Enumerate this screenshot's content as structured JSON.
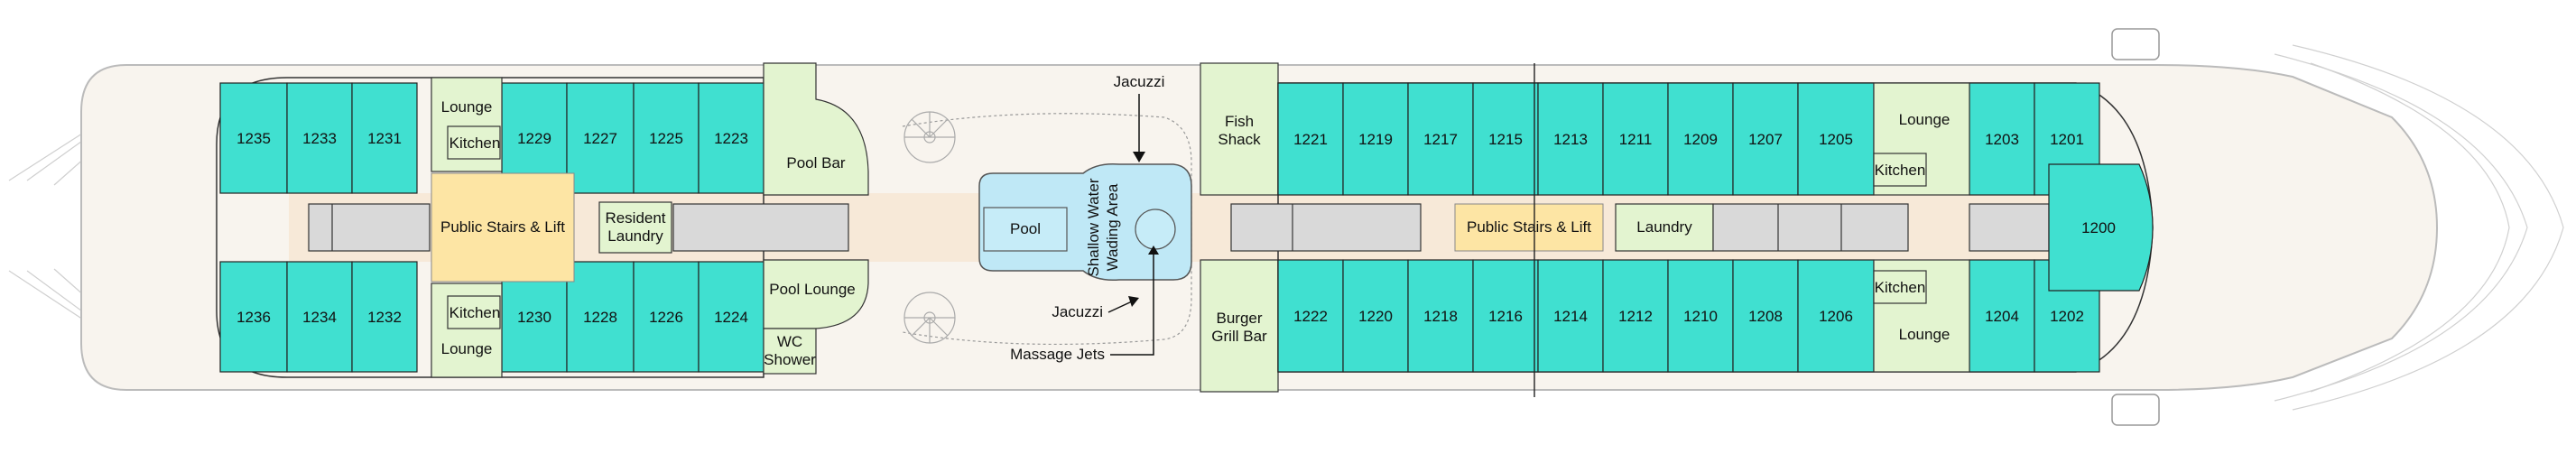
{
  "cabins_top_aft": [
    "1235",
    "1233",
    "1231",
    "1229",
    "1227",
    "1225",
    "1223"
  ],
  "cabins_bottom_aft": [
    "1236",
    "1234",
    "1232",
    "1230",
    "1228",
    "1226",
    "1224"
  ],
  "cabins_top_fwd": [
    "1221",
    "1219",
    "1217",
    "1215",
    "1213",
    "1211",
    "1209",
    "1207",
    "1205",
    "1203",
    "1201"
  ],
  "cabins_bottom_fwd": [
    "1222",
    "1220",
    "1218",
    "1216",
    "1214",
    "1212",
    "1210",
    "1208",
    "1206",
    "1204",
    "1202"
  ],
  "cabin_bow": "1200",
  "venues": {
    "lounge_aft_top": "Lounge",
    "kitchen_aft_top": "Kitchen",
    "kitchen_aft_bottom": "Kitchen",
    "lounge_aft_bottom": "Lounge",
    "stairs_aft": "Public Stairs & Lift",
    "resident_laundry_1": "Resident",
    "resident_laundry_2": "Laundry",
    "pool_bar": "Pool Bar",
    "pool_lounge": "Pool Lounge",
    "wc_shower_1": "WC",
    "wc_shower_2": "Shower",
    "pool": "Pool",
    "wading_1": "Shallow Water",
    "wading_2": "Wading Area",
    "jacuzzi_top": "Jacuzzi",
    "jacuzzi_bottom": "Jacuzzi",
    "massage_jets": "Massage Jets",
    "fish_shack_1": "Fish",
    "fish_shack_2": "Shack",
    "burger_1": "Burger",
    "burger_2": "Grill Bar",
    "stairs_fwd": "Public Stairs & Lift",
    "laundry_fwd": "Laundry",
    "lounge_fwd_top": "Lounge",
    "kitchen_fwd_top": "Kitchen",
    "kitchen_fwd_bottom": "Kitchen",
    "lounge_fwd_bottom": "Lounge"
  },
  "colors": {
    "cabin": "#40e0d0",
    "venue": "#e3f4d0",
    "stairs": "#fde5a4",
    "corridor": "#d9d9d9",
    "deck": "#f8f4ee",
    "pool_water": "#bfe8f6"
  }
}
